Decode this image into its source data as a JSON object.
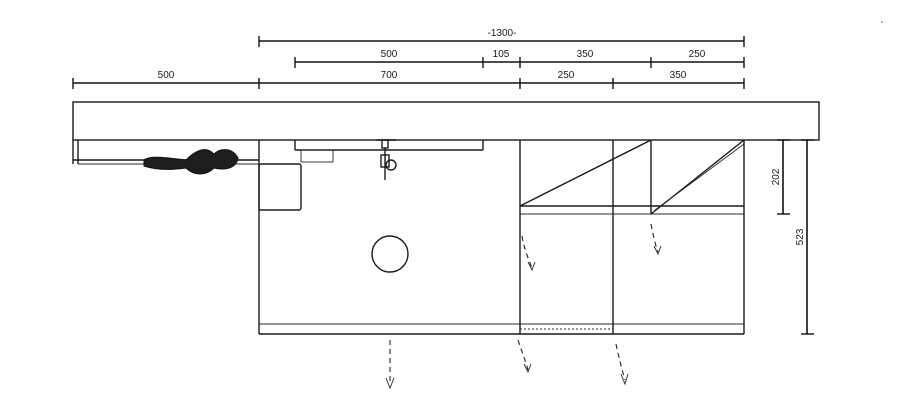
{
  "dimensions": {
    "row1": [
      "-1300-"
    ],
    "row2": [
      "500",
      "105",
      "350",
      "250"
    ],
    "row3": [
      "500",
      "700",
      "250",
      "350"
    ],
    "vertical": [
      "202",
      "523"
    ]
  }
}
